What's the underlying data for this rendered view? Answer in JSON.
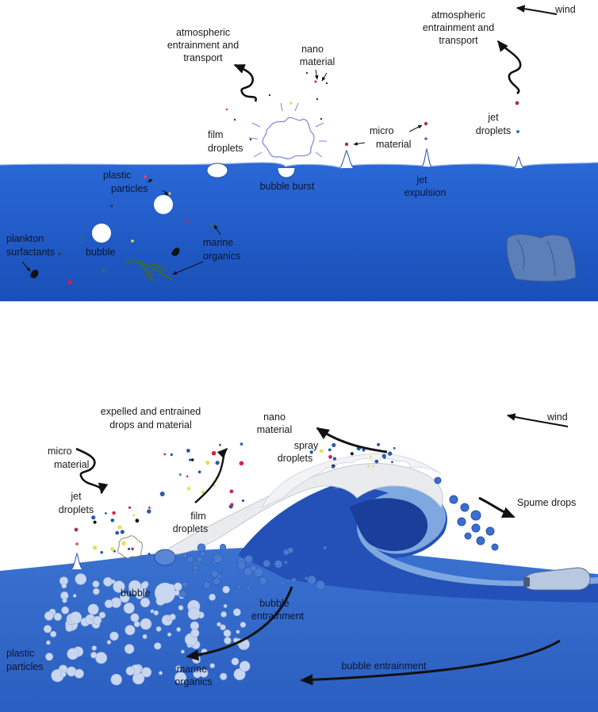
{
  "top": {
    "wind": "wind",
    "atm_right": [
      "atmospheric",
      "entrainment and",
      "transport"
    ],
    "atm_left": [
      "atmospheric",
      "entrainment and",
      "transport"
    ],
    "nano": [
      "nano",
      "material"
    ],
    "film": [
      "film",
      "droplets"
    ],
    "micro": [
      "micro",
      "material"
    ],
    "jet": [
      "jet",
      "droplets"
    ],
    "bubble_burst": "bubble burst",
    "jet_expulsion": [
      "jet",
      "expulsion"
    ],
    "plastic": [
      "plastic",
      "particles"
    ],
    "plankton": [
      "plankton",
      "surfactants"
    ],
    "bubble": "bubble",
    "marine": [
      "marine",
      "organics"
    ]
  },
  "bottom": {
    "expelled": [
      "expelled and entrained",
      "drops and material"
    ],
    "nano": [
      "nano",
      "material"
    ],
    "wind": "wind",
    "micro": [
      "micro",
      "material"
    ],
    "jet": [
      "jet",
      "droplets"
    ],
    "spray": [
      "spray",
      "droplets"
    ],
    "film": [
      "film",
      "droplets"
    ],
    "spume": "Spume drops",
    "bubble": "bubble",
    "bubble_entrainment_a": [
      "bubble",
      "entrainment"
    ],
    "plastic": [
      "plastic",
      "particles"
    ],
    "marine": [
      "marine",
      "organics"
    ],
    "bubble_entrainment_b": "bubble entrainment"
  },
  "colors": {
    "ocean_top": "#1d58c4",
    "ocean_bottom": "#2d63c6",
    "wave_dark": "#1f4fb2",
    "foam": "#e6e8ec",
    "bubble": "#c9d6f0"
  }
}
